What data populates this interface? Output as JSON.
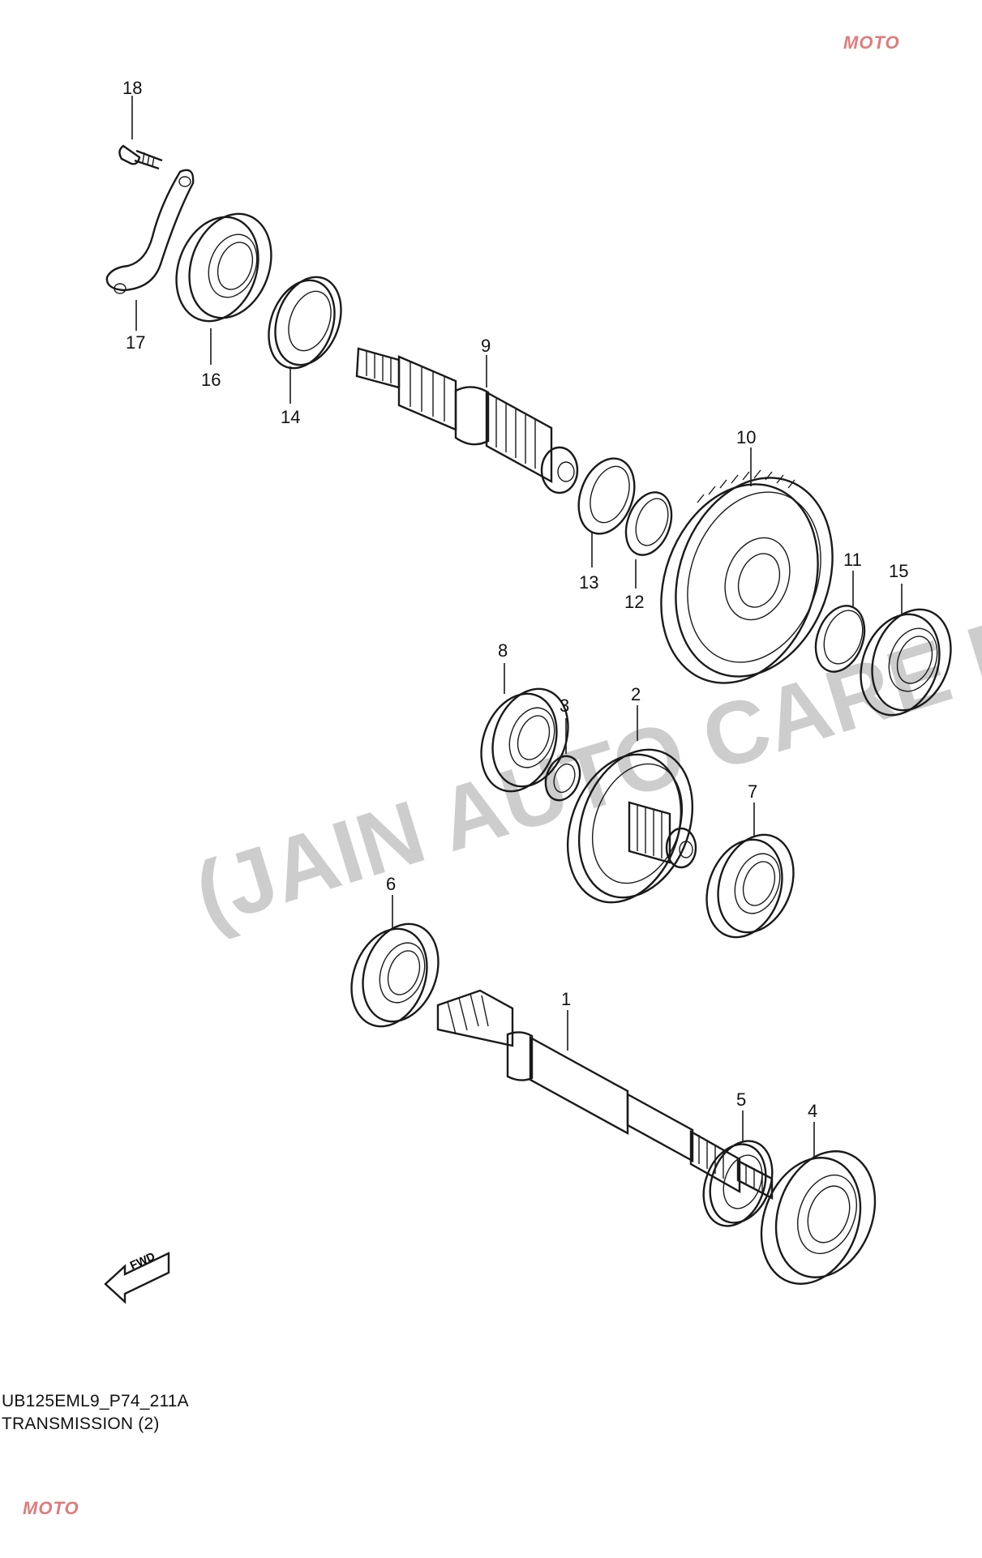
{
  "diagram": {
    "code": "UB125EML9_P74_211A",
    "title": "TRANSMISSION (2)",
    "watermark": "(JAIN AUTO CARE P",
    "logo_text": "MOTO",
    "fwd_label": "FWD",
    "callouts": [
      "18",
      "17",
      "16",
      "14",
      "9",
      "13",
      "12",
      "10",
      "11",
      "15",
      "8",
      "3",
      "2",
      "7",
      "6",
      "1",
      "5",
      "4"
    ]
  }
}
